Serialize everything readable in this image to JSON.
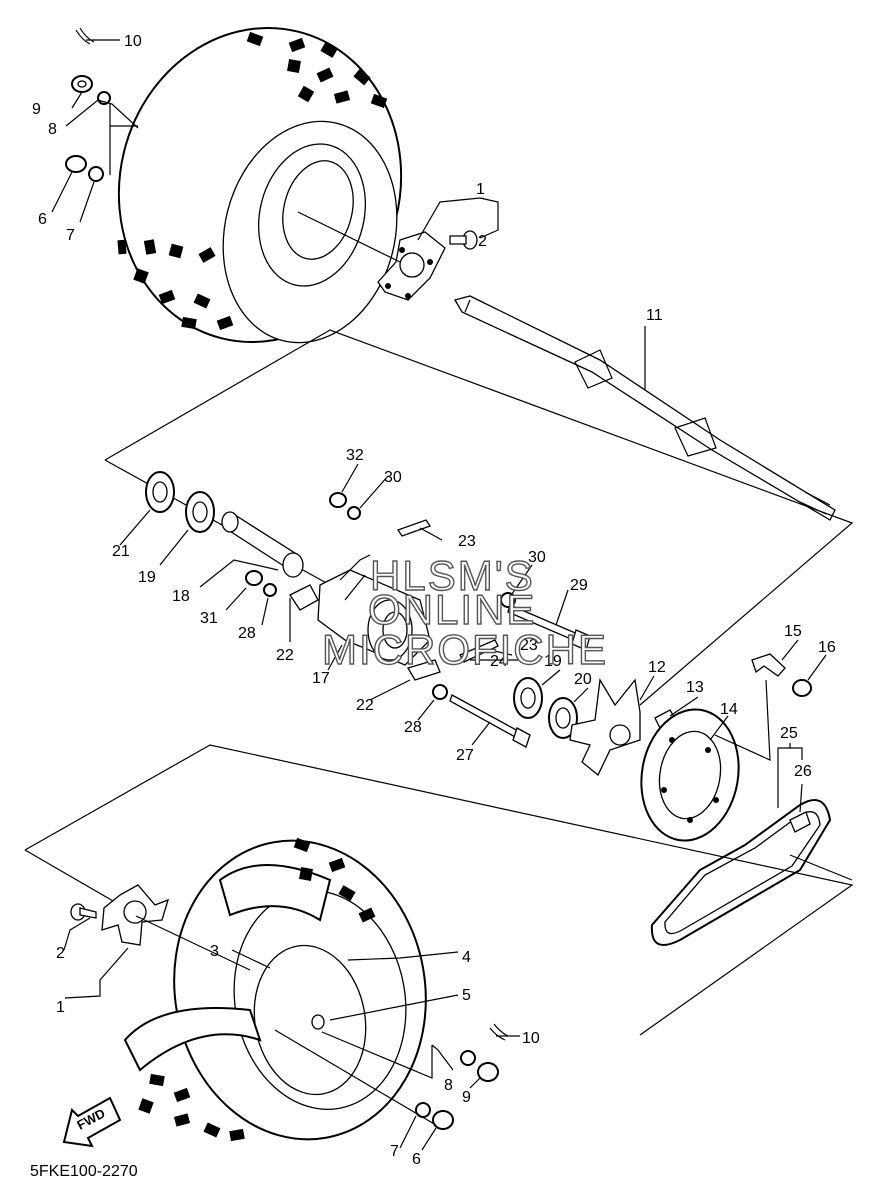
{
  "diagram_code": "5FKE100-2270",
  "watermark": [
    "HLSM'S",
    "ONLINE",
    "MICROFICHE"
  ],
  "fwd_label": "FWD",
  "callouts": {
    "c10a": "10",
    "c9a": "9",
    "c8a": "8",
    "c6a": "6",
    "c7a": "7",
    "c1a": "1",
    "c2a": "2",
    "c11": "11",
    "c32": "32",
    "c30a": "30",
    "c23a": "23",
    "c30b": "30",
    "c29": "29",
    "c21": "21",
    "c19a": "19",
    "c18": "18",
    "c31": "31",
    "c28a": "28",
    "c22a": "22",
    "c17": "17",
    "c23b": "23",
    "c24": "24",
    "c19b": "19",
    "c20": "20",
    "c22b": "22",
    "c28b": "28",
    "c27": "27",
    "c12": "12",
    "c13": "13",
    "c14": "14",
    "c15": "15",
    "c16": "16",
    "c25": "25",
    "c26": "26",
    "c2b": "2",
    "c1b": "1",
    "c3": "3",
    "c4": "4",
    "c5": "5",
    "c10b": "10",
    "c8b": "8",
    "c9b": "9",
    "c7b": "7",
    "c6b": "6"
  }
}
